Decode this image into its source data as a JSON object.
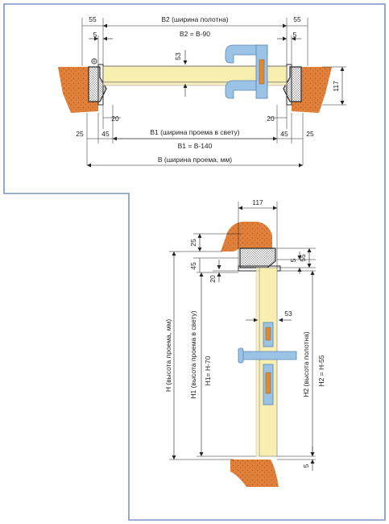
{
  "colors": {
    "frame_border": "#7d93c6",
    "wall_fill": "#e0803b",
    "wall_dots": "#9a4f1c",
    "door_leaf": "#f7eeb0",
    "handle": "#9bc3e6",
    "seal": "#2b2b2b",
    "seal_hatch": "#b5b5b5"
  },
  "plan": {
    "b2_label": "B2 (ширина полотна)",
    "b2_formula": "B2 = B-90",
    "b1_label": "B1 (ширина проема в свету)",
    "b1_formula": "B1 = B-140",
    "b_label": "B (ширина проема, мм)",
    "dim_55_left": "55",
    "dim_55_right": "55",
    "dim_5_left": "5",
    "dim_5_right": "5",
    "dim_53": "53",
    "dim_117": "117",
    "dim_20_left": "20",
    "dim_20_right": "20",
    "dim_25_left": "25",
    "dim_25_right": "25",
    "dim_45_left": "45",
    "dim_45_right": "45"
  },
  "section": {
    "dim_117": "117",
    "dim_25": "25",
    "dim_45": "45",
    "dim_20": "20",
    "dim_5_top": "5",
    "dim_55": "55",
    "dim_53": "53",
    "dim_5_bottom": "5",
    "h_label": "H (высота проема, мм)",
    "h1_label": "H1 (высота проема в свету)",
    "h1_formula": "H1= H-70",
    "h2_label": "H2 (высота полотна)",
    "h2_formula": "H2 = H-55"
  }
}
